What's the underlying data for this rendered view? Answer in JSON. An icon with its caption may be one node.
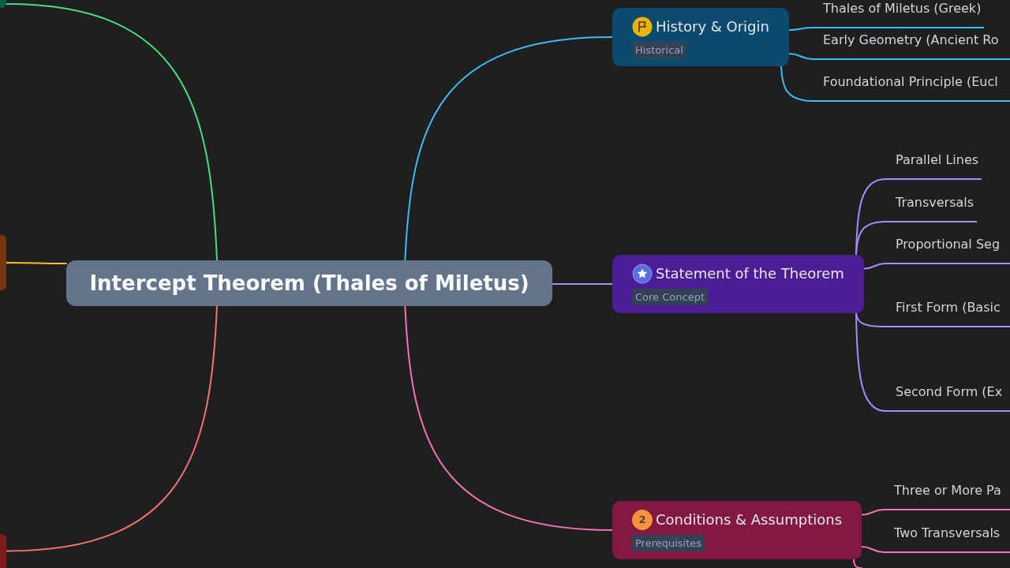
{
  "diagram": {
    "nodes": [
      {
        "text": [
          "Intercept Theorem (Thales of Miletus)"
        ]
      },
      {
        "text": [
          "History & Origin",
          "Historical"
        ]
      },
      {
        "text": [
          "Thales of Miletus (Greek)"
        ]
      },
      {
        "text": [
          "Early Geometry (Ancient Ro"
        ]
      },
      {
        "text": [
          "Foundational Principle (Eucl"
        ]
      },
      {
        "text": [
          "Statement of the Theorem",
          "Core Concept"
        ]
      },
      {
        "text": [
          "Parallel Lines"
        ]
      },
      {
        "text": [
          "Transversals"
        ]
      },
      {
        "text": [
          "Proportional Seg"
        ]
      },
      {
        "text": [
          "First Form (Basic"
        ]
      },
      {
        "text": [
          "Second Form (Ex"
        ]
      },
      {
        "text": [
          "2",
          "Conditions & Assumptions",
          "Prerequisites"
        ]
      },
      {
        "text": [
          "Three or More Pa"
        ]
      },
      {
        "text": [
          "Two Transversals"
        ]
      },
      {
        "text": [],
        "shape": "box"
      },
      {
        "text": [],
        "shape": "box"
      },
      {
        "text": [],
        "shape": "box"
      }
    ],
    "edges": [
      {
        "from": 0,
        "to": 1,
        "arrow": "none",
        "color": "#38bdf8"
      },
      {
        "from": 1,
        "to": 2,
        "arrow": "none",
        "color": "#38bdf8"
      },
      {
        "from": 1,
        "to": 3,
        "arrow": "none",
        "color": "#38bdf8"
      },
      {
        "from": 1,
        "to": 4,
        "arrow": "none",
        "color": "#38bdf8"
      },
      {
        "from": 0,
        "to": 5,
        "arrow": "none",
        "color": "#a78bfa"
      },
      {
        "from": 5,
        "to": 6,
        "arrow": "none",
        "color": "#a78bfa"
      },
      {
        "from": 5,
        "to": 7,
        "arrow": "none",
        "color": "#a78bfa"
      },
      {
        "from": 5,
        "to": 8,
        "arrow": "none",
        "color": "#a78bfa"
      },
      {
        "from": 5,
        "to": 9,
        "arrow": "none",
        "color": "#a78bfa"
      },
      {
        "from": 5,
        "to": 10,
        "arrow": "none",
        "color": "#a78bfa"
      },
      {
        "from": 0,
        "to": 11,
        "arrow": "none",
        "color": "#f472b6"
      },
      {
        "from": 11,
        "to": 12,
        "arrow": "none",
        "color": "#f472b6"
      },
      {
        "from": 11,
        "to": 13,
        "arrow": "none",
        "color": "#f472b6"
      },
      {
        "from": 11,
        "to": null,
        "arrow": "none",
        "color": "#f472b6"
      },
      {
        "from": 0,
        "to": 14,
        "arrow": "none",
        "color": "#4ade80"
      },
      {
        "from": 0,
        "to": 15,
        "arrow": "none",
        "color": "#fbbf24"
      },
      {
        "from": 0,
        "to": 16,
        "arrow": "none",
        "color": "#f87171"
      }
    ]
  }
}
